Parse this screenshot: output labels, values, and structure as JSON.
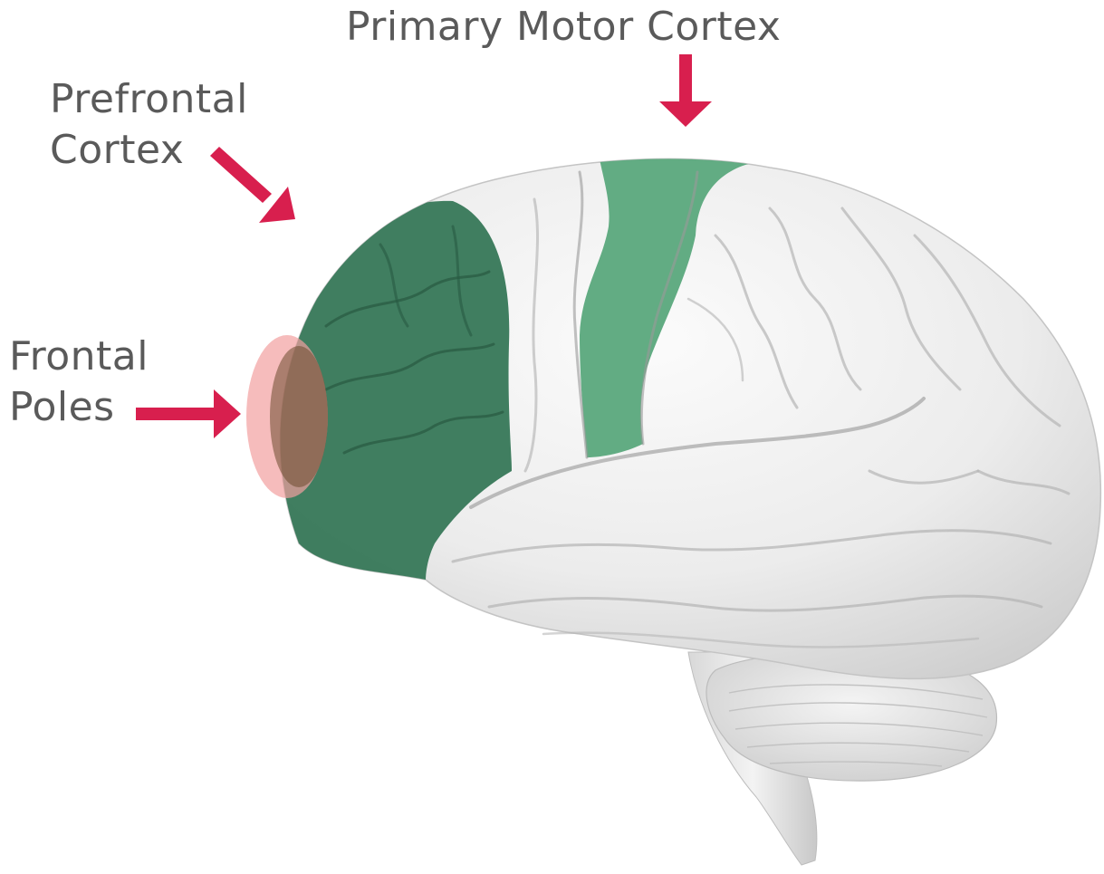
{
  "labels": {
    "primary_motor_cortex": "Primary Motor Cortex",
    "prefrontal_cortex": {
      "line1": "Prefrontal",
      "line2": "Cortex"
    },
    "frontal_poles": {
      "line1": "Frontal",
      "line2": "Poles"
    }
  },
  "colors": {
    "label_text": "#5a5a5a",
    "arrow": "#d81f4e",
    "prefrontal_region": "#3a7a5b",
    "motor_region": "#5aa87c",
    "frontal_pole_region": "#f2a0a0",
    "brain_surface": "#e9e9e9",
    "brain_shadow": "#c9c9c9"
  }
}
